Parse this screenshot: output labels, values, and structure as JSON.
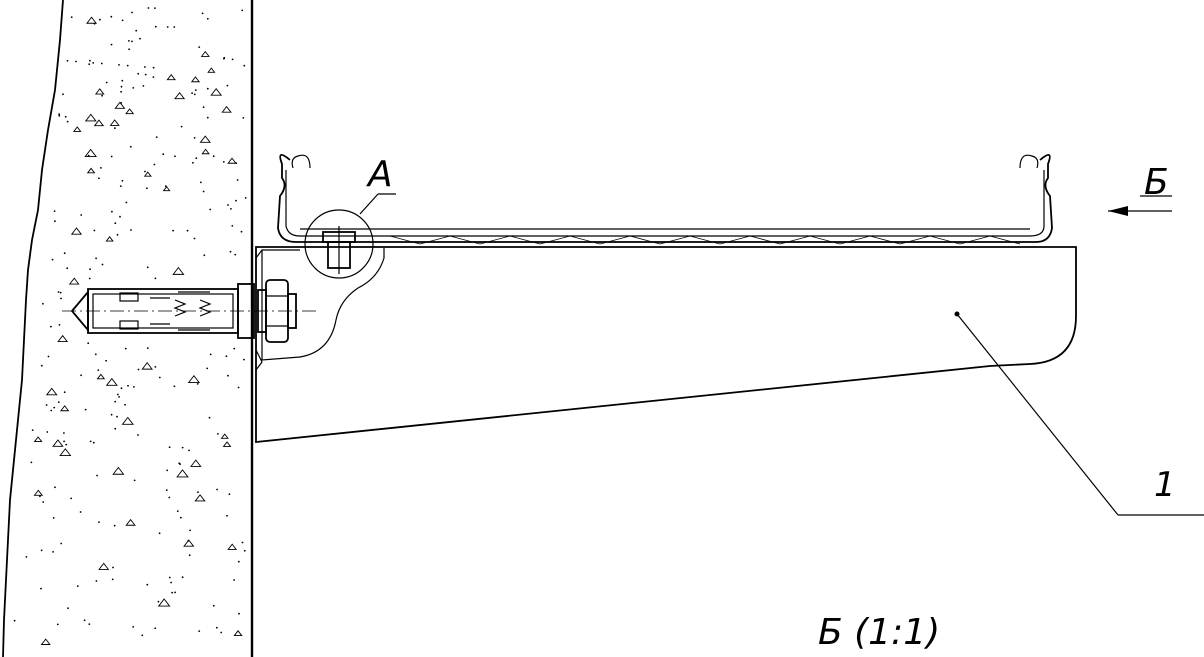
{
  "labels": {
    "detail_a": "А",
    "view_b": "Б",
    "item_1": "1",
    "view_title": "Б (1:1)"
  }
}
